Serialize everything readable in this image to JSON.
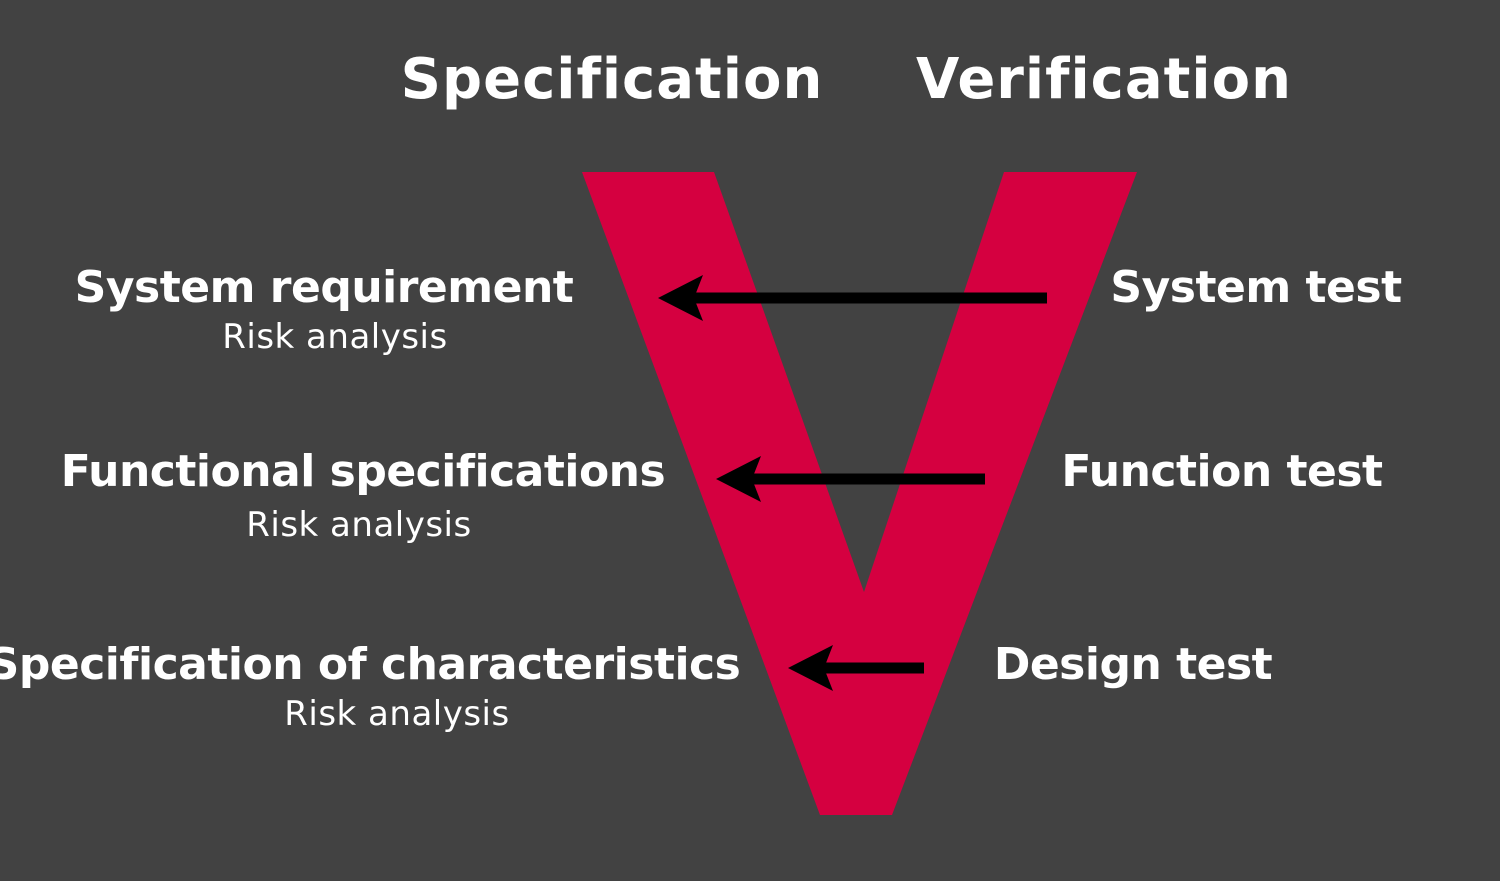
{
  "colors": {
    "background": "#424242",
    "v_shape": "#d50040",
    "arrow": "#000000",
    "text": "#ffffff"
  },
  "headings": {
    "left": "Specification",
    "right": "Verification"
  },
  "specifications": [
    {
      "title": "System requirement",
      "subtitle": "Risk analysis"
    },
    {
      "title": "Functional specifications",
      "subtitle": "Risk analysis"
    },
    {
      "title": "Specification of characteristics",
      "subtitle": "Risk analysis"
    }
  ],
  "verifications": [
    {
      "title": "System test"
    },
    {
      "title": "Function test"
    },
    {
      "title": "Design test"
    }
  ],
  "arrows": [
    {
      "from": "System test",
      "to": "System requirement"
    },
    {
      "from": "Function test",
      "to": "Functional specifications"
    },
    {
      "from": "Design test",
      "to": "Specification of characteristics"
    }
  ]
}
